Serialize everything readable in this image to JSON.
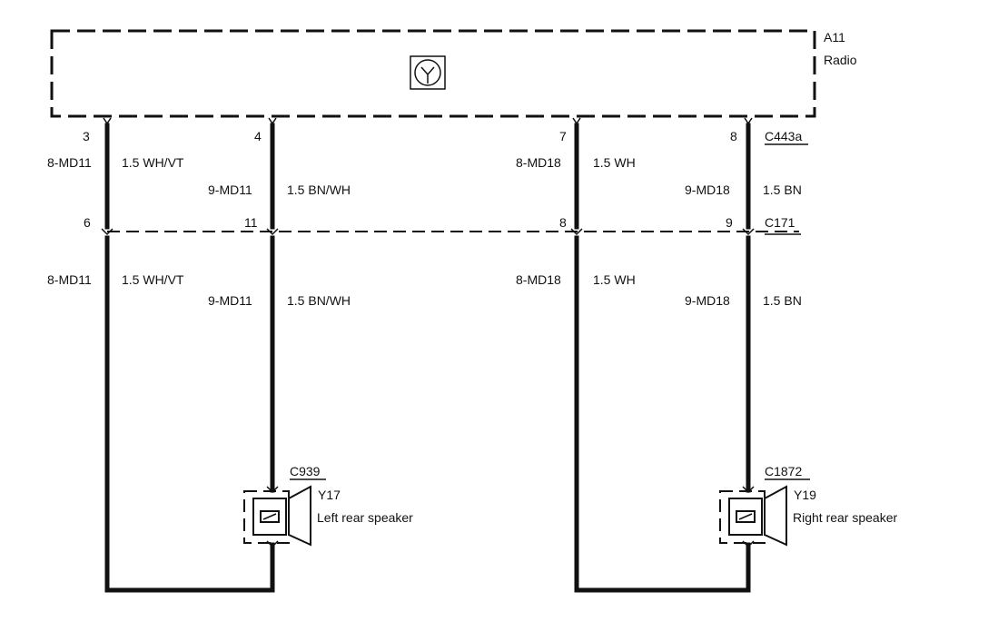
{
  "radio": {
    "id": "A11",
    "name": "Radio",
    "icon": "radio-symbol-icon"
  },
  "connectors": {
    "top": "C443a",
    "middle": "C171",
    "left_speaker": "C939",
    "right_speaker": "C1872"
  },
  "pins": {
    "top": [
      "3",
      "4",
      "7",
      "8"
    ],
    "middle": [
      "6",
      "11",
      "8",
      "9"
    ]
  },
  "wires": [
    {
      "circuit": "8-MD11",
      "size_color": "1.5 WH/VT"
    },
    {
      "circuit": "9-MD11",
      "size_color": "1.5 BN/WH"
    },
    {
      "circuit": "8-MD18",
      "size_color": "1.5 WH"
    },
    {
      "circuit": "9-MD18",
      "size_color": "1.5 BN"
    }
  ],
  "speakers": [
    {
      "id": "Y17",
      "name": "Left rear speaker",
      "icon": "speaker-icon"
    },
    {
      "id": "Y19",
      "name": "Right rear speaker",
      "icon": "speaker-icon"
    }
  ]
}
